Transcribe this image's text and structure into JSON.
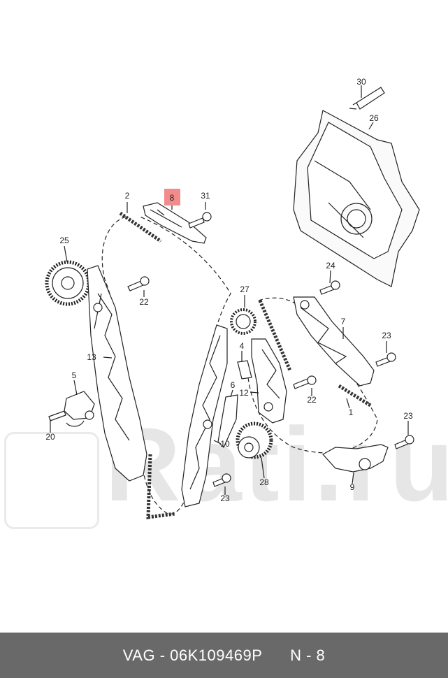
{
  "watermark": {
    "text": "Rati.ru"
  },
  "highlight_color": "#f28b8b",
  "callouts": {
    "c30": "30",
    "c26": "26",
    "c8": "8",
    "c31": "31",
    "c2": "2",
    "c25": "25",
    "c22a": "22",
    "c27": "27",
    "c24": "24",
    "c7": "7",
    "c13": "13",
    "c4": "4",
    "c23a": "23",
    "c5": "5",
    "c6": "6",
    "c12": "12",
    "c22b": "22",
    "c1": "1",
    "c20": "20",
    "c10": "10",
    "c23b": "23",
    "c28": "28",
    "c9": "9",
    "c23c": "23"
  },
  "footer": {
    "brand": "VAG",
    "sep": " - ",
    "part": "06K109469P",
    "gap": "      ",
    "ref": "N - 8"
  }
}
